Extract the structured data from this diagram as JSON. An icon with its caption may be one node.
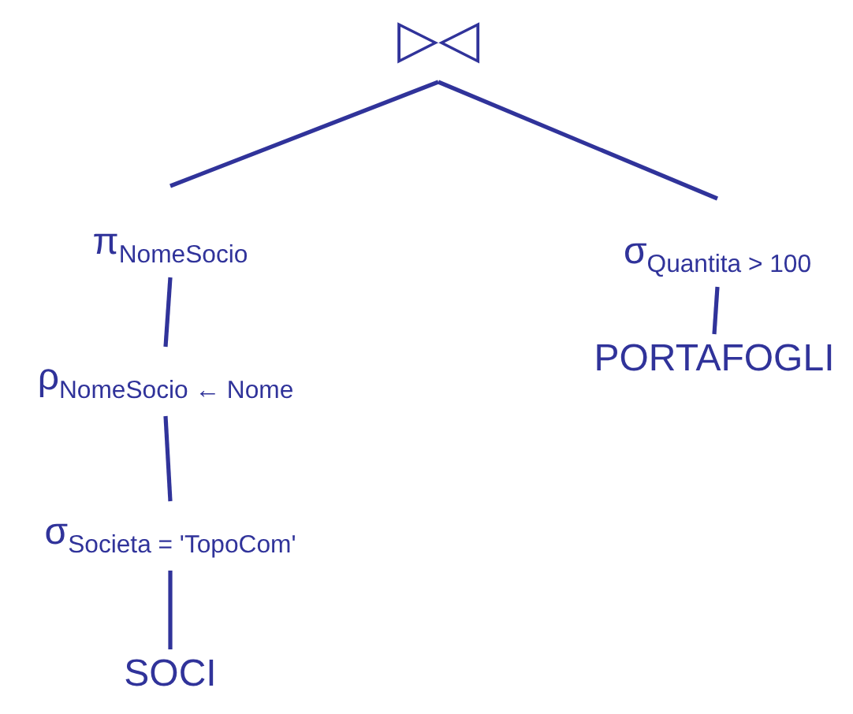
{
  "diagram": {
    "nodes": [
      {
        "text": [
          "▷◁"
        ]
      },
      {
        "text": [
          "π$_{NomeSocio}$"
        ]
      },
      {
        "text": [
          "σ$_{Quantita > 100}$"
        ]
      },
      {
        "text": [
          "ρ$_{NomeSocio ← Nome}$"
        ]
      },
      {
        "text": [
          "PORTAFOGLI"
        ]
      },
      {
        "text": [
          "σ$_{Societa = 'TopoCom'}$"
        ]
      },
      {
        "text": [
          "SOCI"
        ]
      }
    ],
    "edges": [
      {
        "from": 0,
        "to": 1,
        "arrow": "none"
      },
      {
        "from": 0,
        "to": 2,
        "arrow": "none"
      },
      {
        "from": 1,
        "to": 3,
        "arrow": "none"
      },
      {
        "from": 2,
        "to": 4,
        "arrow": "none"
      },
      {
        "from": 3,
        "to": 5,
        "arrow": "none"
      },
      {
        "from": 5,
        "to": 6,
        "arrow": "none"
      }
    ]
  }
}
